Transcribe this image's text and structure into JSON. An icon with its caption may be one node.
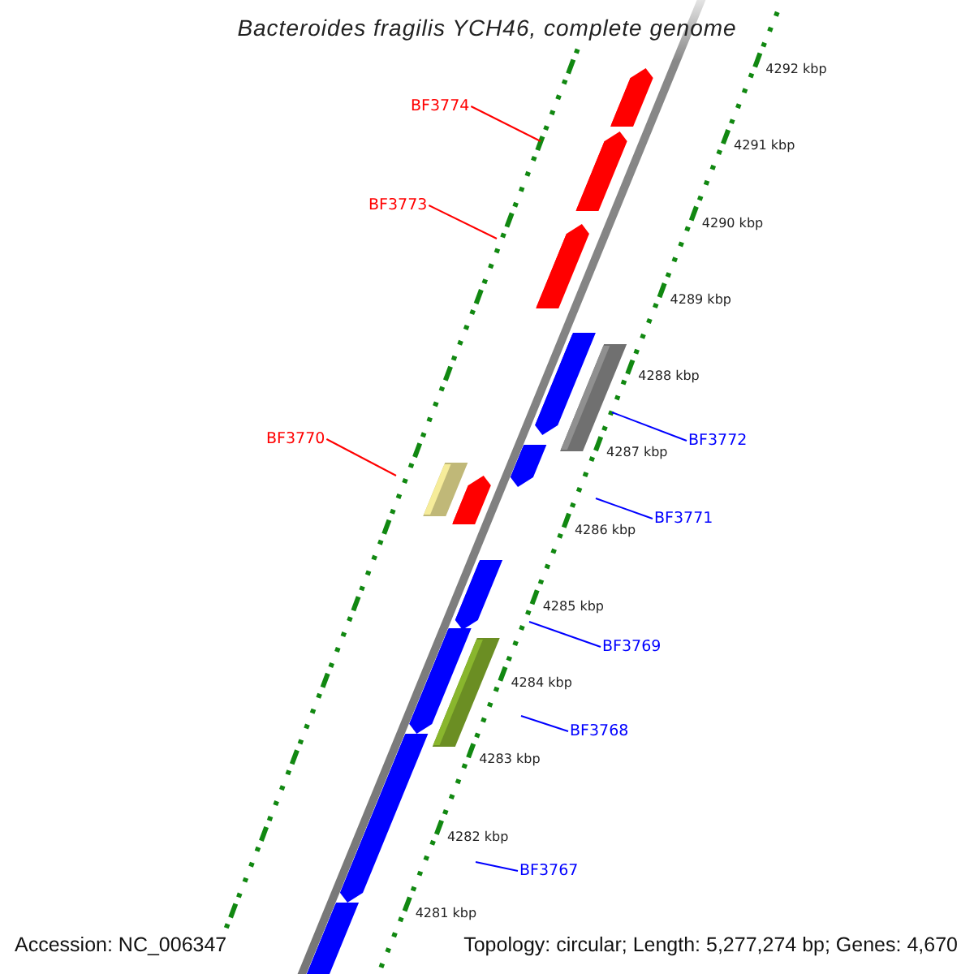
{
  "diagram": {
    "title": "Bacteroides fragilis YCH46, complete genome",
    "nodes": [
      {
        "text": [
          "BF3774"
        ]
      },
      {
        "text": [
          "BF3773"
        ]
      },
      {
        "text": [
          "BF3772"
        ]
      },
      {
        "text": [
          "BF3770"
        ]
      },
      {
        "text": [
          "BF3771"
        ]
      },
      {
        "text": [
          "BF3769"
        ]
      },
      {
        "text": [
          "BF3768"
        ]
      },
      {
        "text": [
          "BF3767"
        ]
      }
    ],
    "edges": [
      {
        "from": 0,
        "to": null,
        "arrow": "none",
        "color": "#ff0000"
      },
      {
        "from": 1,
        "to": null,
        "arrow": "none",
        "color": "#ff0000"
      },
      {
        "from": 2,
        "to": null,
        "arrow": "none",
        "color": "#0000ff"
      },
      {
        "from": 3,
        "to": null,
        "arrow": "none",
        "color": "#ff0000"
      },
      {
        "from": 4,
        "to": null,
        "arrow": "none",
        "color": "#0000ff"
      },
      {
        "from": 5,
        "to": null,
        "arrow": "none",
        "color": "#0000ff"
      },
      {
        "from": 6,
        "to": null,
        "arrow": "none",
        "color": "#0000ff"
      },
      {
        "from": 7,
        "to": null,
        "arrow": "none",
        "color": "#0000ff"
      }
    ],
    "labels": [
      "4292 kbp",
      "4291 kbp",
      "4290 kbp",
      "4289 kbp",
      "4288 kbp",
      "4287 kbp",
      "4286 kbp",
      "4285 kbp",
      "4284 kbp",
      "4283 kbp",
      "4282 kbp",
      "4281 kbp",
      "Accession: NC_006347",
      "Topology: circular; Length: 5,277,274 bp; Genes: 4,670"
    ]
  }
}
